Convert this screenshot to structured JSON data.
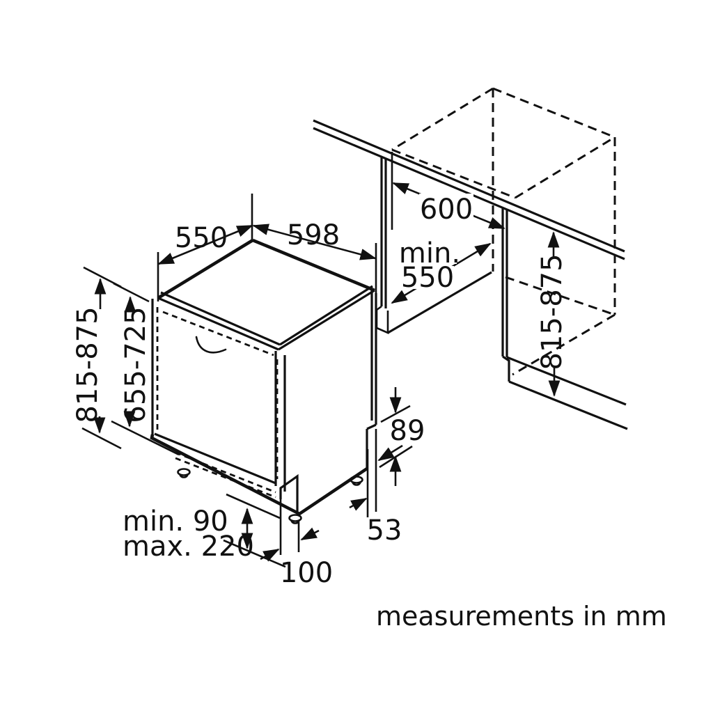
{
  "footer": "measurements in mm",
  "colors": {
    "ink": "#111111",
    "background": "#ffffff"
  },
  "dimensions": {
    "appliance_depth": "550",
    "appliance_width": "598",
    "niche_width": "600",
    "niche_depth_min_prefix": "min.",
    "niche_depth_min_value": "550",
    "appliance_height_range": "815-875",
    "door_panel_height_range": "655-725",
    "niche_height_range": "815-875",
    "base_step_height": "89",
    "side_foot_inset": "53",
    "plinth_height_min": "min. 90",
    "plinth_height_max": "max. 220",
    "front_foot_inset": "100"
  }
}
